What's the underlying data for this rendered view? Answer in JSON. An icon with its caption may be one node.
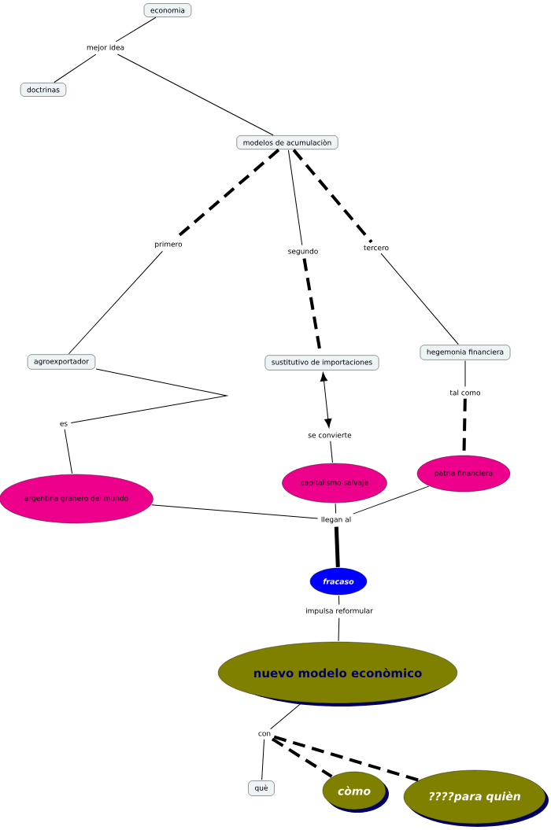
{
  "diagram": {
    "nodes": [
      {
        "text": [
          "economia"
        ]
      },
      {
        "text": [
          "mejor idea"
        ]
      },
      {
        "text": [
          "doctrinas"
        ]
      },
      {
        "text": [
          "modelos de acumulaciòn"
        ]
      },
      {
        "text": [
          "primero"
        ]
      },
      {
        "text": [
          "segundo"
        ]
      },
      {
        "text": [
          "tercero"
        ]
      },
      {
        "text": [
          "agroexportador"
        ]
      },
      {
        "text": [
          "sustitutivo de importaciones"
        ]
      },
      {
        "text": [
          "hegemonia financiera"
        ]
      },
      {
        "text": [
          "es"
        ]
      },
      {
        "text": [
          "se convierte"
        ]
      },
      {
        "text": [
          "tal como"
        ]
      },
      {
        "text": [
          "argentina granero del mundo"
        ]
      },
      {
        "text": [
          "capitalismo salvaje"
        ]
      },
      {
        "text": [
          "patria financiera"
        ]
      },
      {
        "text": [
          "llegan al"
        ]
      },
      {
        "text": [
          "fracaso"
        ]
      },
      {
        "text": [
          "impulsa reformular"
        ]
      },
      {
        "text": [
          "nuevo modelo econòmico"
        ]
      },
      {
        "text": [
          "con"
        ]
      },
      {
        "text": [
          "què"
        ]
      },
      {
        "text": [
          "còmo"
        ]
      },
      {
        "text": [
          "????para quièn"
        ]
      }
    ],
    "edges": [
      {
        "from": 0,
        "to": 1,
        "arrow": "none"
      },
      {
        "from": 1,
        "to": 2,
        "arrow": "none"
      },
      {
        "from": 1,
        "to": 3,
        "arrow": "none"
      },
      {
        "from": 3,
        "to": 4,
        "arrow": "none",
        "style": "dashed"
      },
      {
        "from": 4,
        "to": 7,
        "arrow": "none"
      },
      {
        "from": 3,
        "to": 5,
        "arrow": "none"
      },
      {
        "from": 5,
        "to": 8,
        "arrow": "none",
        "style": "dashed"
      },
      {
        "from": 3,
        "to": 6,
        "arrow": "none",
        "style": "dashed"
      },
      {
        "from": 6,
        "to": 9,
        "arrow": "none"
      },
      {
        "from": 7,
        "to": 10,
        "arrow": "none"
      },
      {
        "from": 10,
        "to": 13,
        "arrow": "none"
      },
      {
        "from": 8,
        "to": 11,
        "arrow": "both"
      },
      {
        "from": 11,
        "to": 14,
        "arrow": "none"
      },
      {
        "from": 9,
        "to": 12,
        "arrow": "none"
      },
      {
        "from": 12,
        "to": 15,
        "arrow": "none",
        "style": "dashed"
      },
      {
        "from": 13,
        "to": 16,
        "arrow": "none"
      },
      {
        "from": 14,
        "to": 16,
        "arrow": "none"
      },
      {
        "from": 15,
        "to": 16,
        "arrow": "none"
      },
      {
        "from": 16,
        "to": 17,
        "arrow": "none",
        "style": "thick"
      },
      {
        "from": 17,
        "to": 18,
        "arrow": "none"
      },
      {
        "from": 18,
        "to": 19,
        "arrow": "none"
      },
      {
        "from": 19,
        "to": 20,
        "arrow": "none"
      },
      {
        "from": 20,
        "to": 21,
        "arrow": "none"
      },
      {
        "from": 20,
        "to": 22,
        "arrow": "none",
        "style": "dashed"
      },
      {
        "from": 20,
        "to": 23,
        "arrow": "none",
        "style": "dashed"
      }
    ]
  }
}
